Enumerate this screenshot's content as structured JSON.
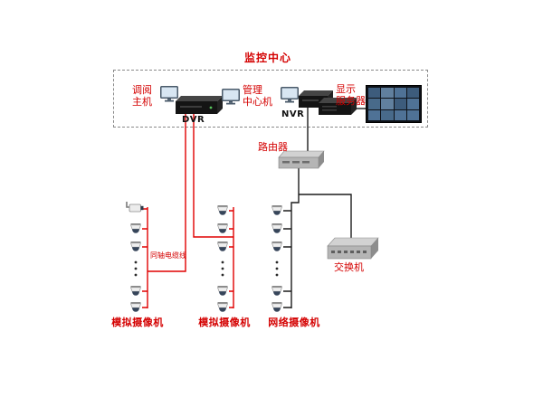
{
  "title": "监控中心",
  "monitoring_center": {
    "retrieval_host_label": "调阅\n主机",
    "dvr_label": "DVR",
    "management_label": "管理\n中心机",
    "nvr_label": "NVR",
    "display_server_label": "显示\n服务器"
  },
  "network": {
    "router_label": "路由器",
    "switch_label": "交换机",
    "coaxial_cable_label": "同轴电缆线"
  },
  "camera_groups": [
    {
      "label": "模拟摄像机"
    },
    {
      "label": "模拟摄像机"
    },
    {
      "label": "网络摄像机"
    }
  ],
  "colors": {
    "label_red": "#d40000",
    "analog_cable_red": "#e00000",
    "network_cable_black": "#1c1c1c",
    "device_dark": "#141414"
  }
}
